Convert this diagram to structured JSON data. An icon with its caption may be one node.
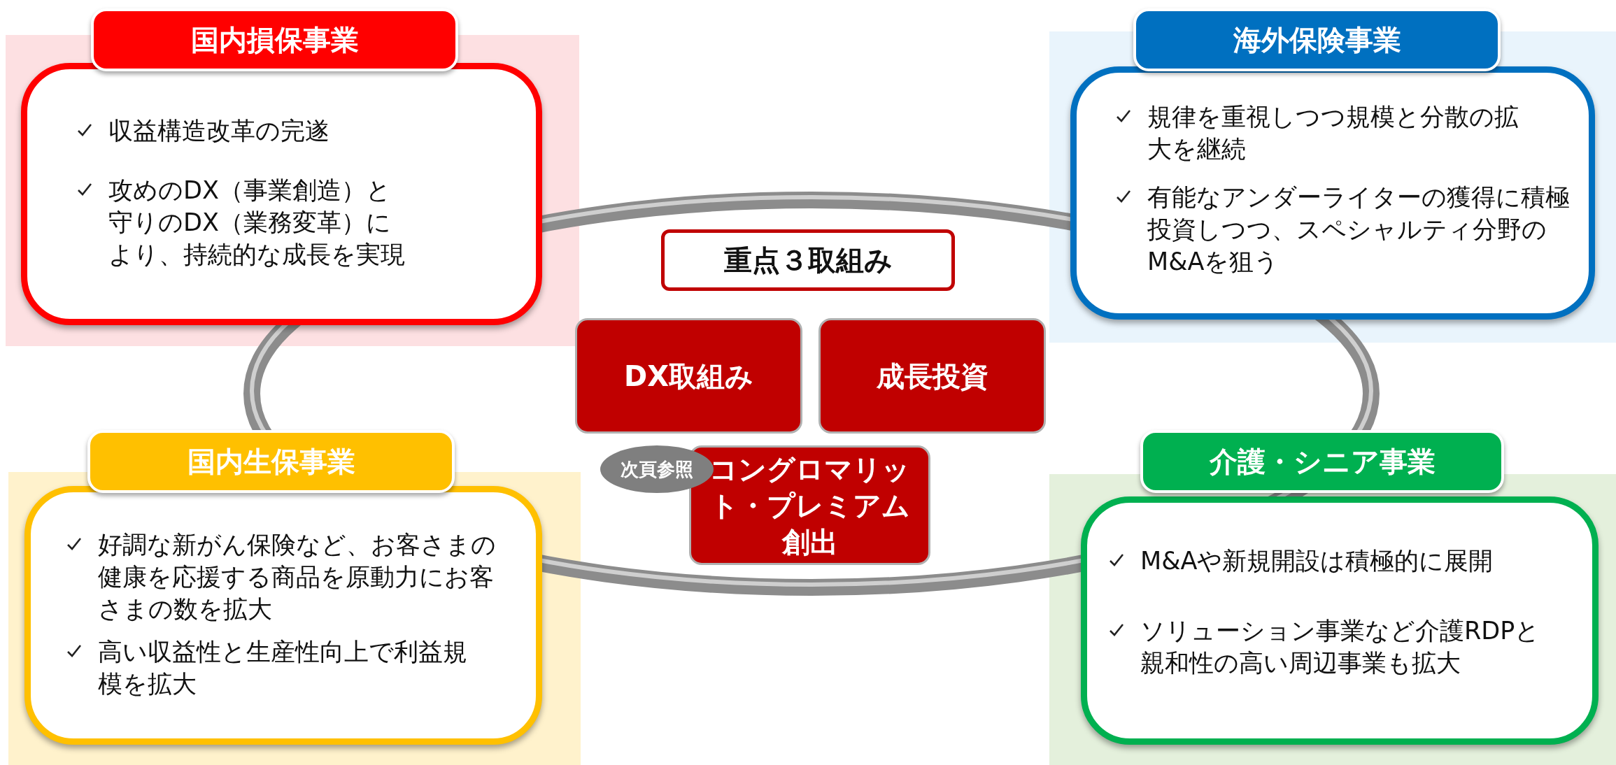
{
  "diagram": {
    "nodes": [
      {
        "text": [
          "国内損保事業"
        ]
      },
      {
        "text": [
          "収益構造改革の完遂",
          "攻めのDX（事業創造）と守りのDX（業務変革）により、持続的な成長を実現"
        ]
      },
      {
        "text": [
          "海外保険事業"
        ]
      },
      {
        "text": [
          "規律を重視しつつ規模と分散の拡大を継続",
          "有能なアンダーライターの獲得に積極投資しつつ、スペシャルティ分野のM&Aを狙う"
        ]
      },
      {
        "text": [
          "重点３取組み"
        ]
      },
      {
        "text": [
          "DX取組み"
        ]
      },
      {
        "text": [
          "成長投資"
        ]
      },
      {
        "text": [
          "次頁参照"
        ]
      },
      {
        "text": [
          "コングロマリット・プレミアム創出"
        ]
      },
      {
        "text": [
          "国内生保事業"
        ]
      },
      {
        "text": [
          "好調な新がん保険など、お客さまの健康を応援する商品を原動力にお客さまの数を拡大",
          "高い収益性と生産性向上で利益規模を拡大"
        ]
      },
      {
        "text": [
          "介護・シニア事業"
        ]
      },
      {
        "text": [
          "M&Aや新規開設は積極的に展開",
          "ソリューション事業など介護RDPと親和性の高い周辺事業も拡大"
        ]
      }
    ]
  }
}
